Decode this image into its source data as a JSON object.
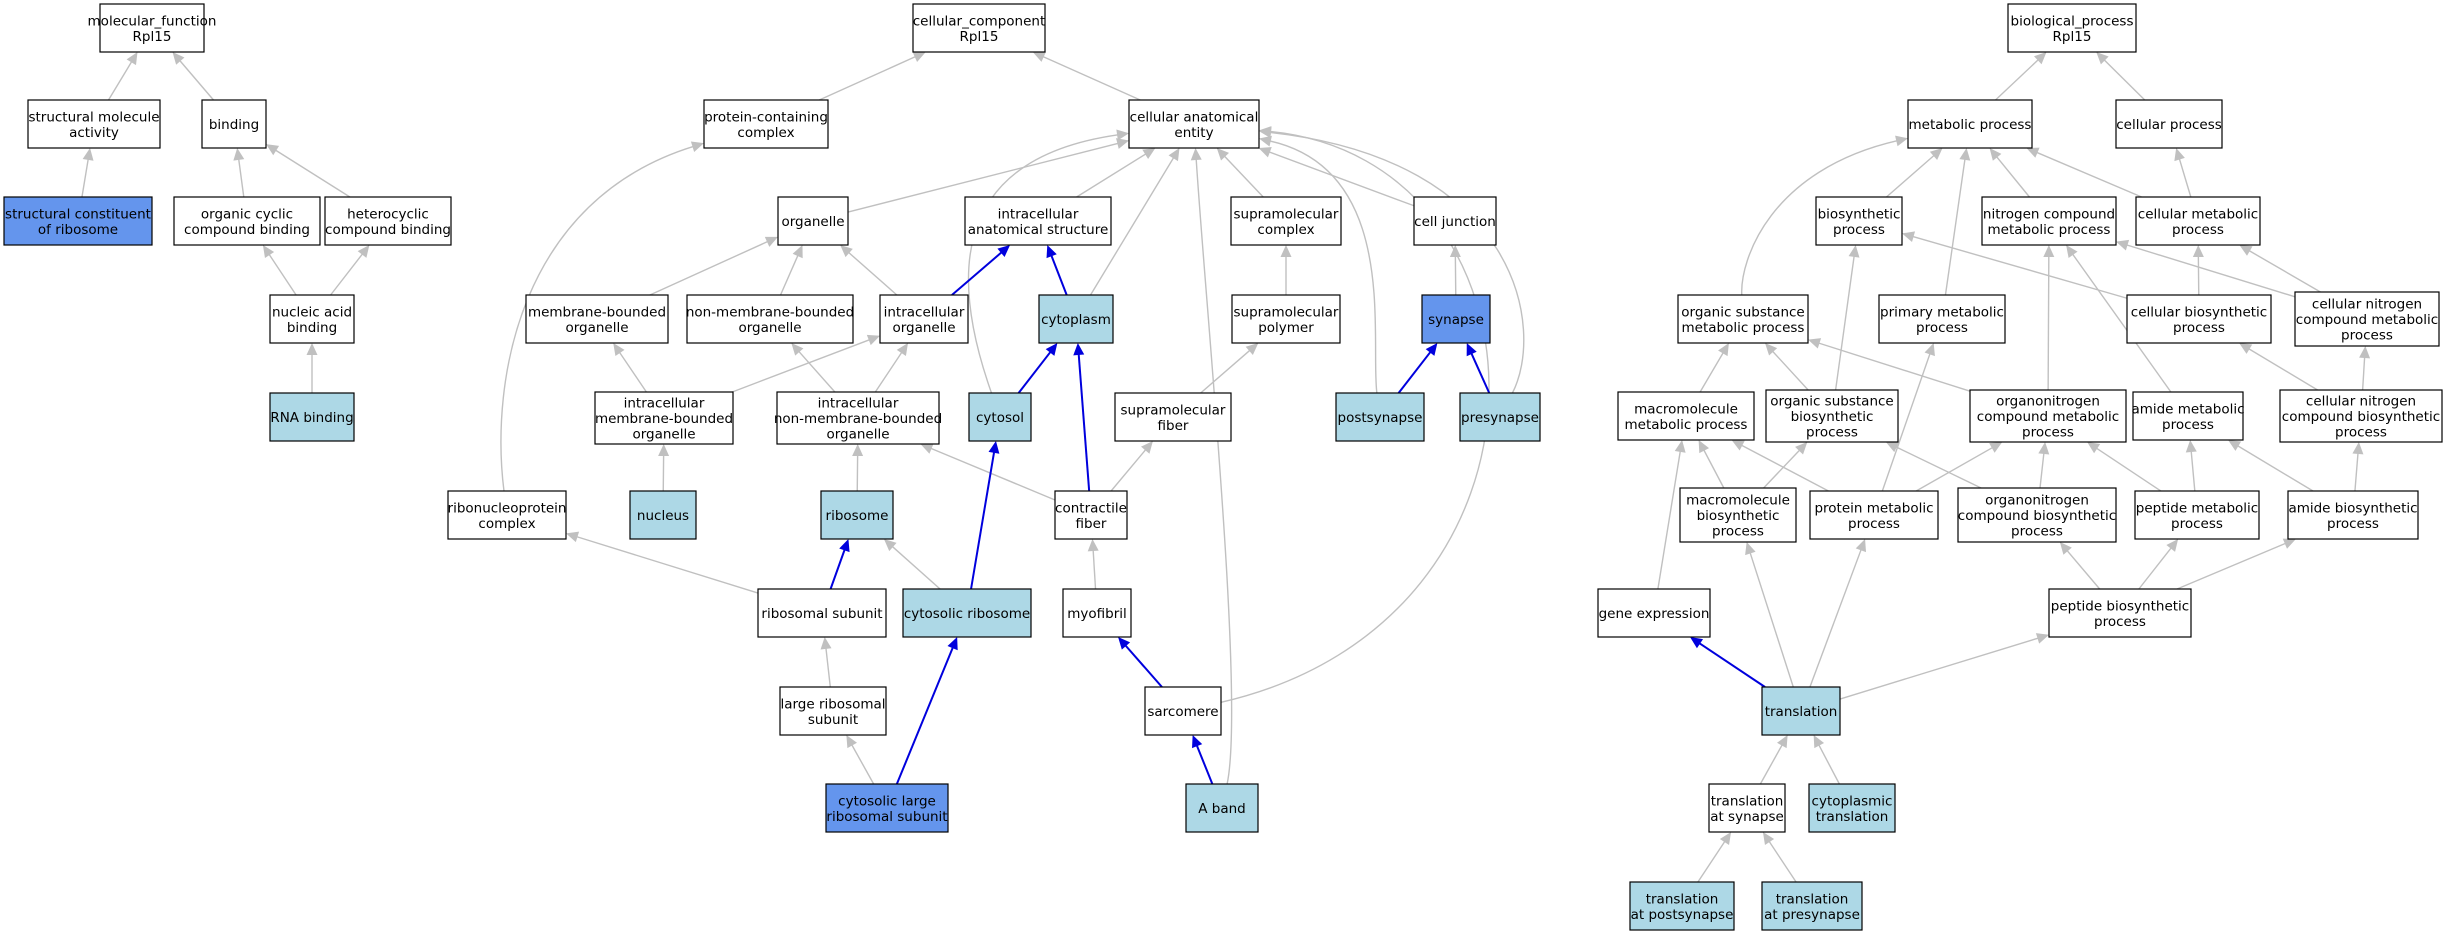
{
  "colors": {
    "white": "#ffffff",
    "light": "#add8e6",
    "dark": "#6495ed",
    "edge_gray": "#c0c0c0",
    "edge_blue": "#0000dd"
  },
  "nodes": {
    "mf_root": {
      "lines": [
        "molecular_function",
        "Rpl15"
      ],
      "fill": "white"
    },
    "struct_mol_act": {
      "lines": [
        "structural molecule",
        "activity"
      ],
      "fill": "white"
    },
    "binding": {
      "lines": [
        "binding"
      ],
      "fill": "white"
    },
    "struct_const_ribo": {
      "lines": [
        "structural constituent",
        "of ribosome"
      ],
      "fill": "dark"
    },
    "org_cyclic": {
      "lines": [
        "organic cyclic",
        "compound binding"
      ],
      "fill": "white"
    },
    "heterocyclic": {
      "lines": [
        "heterocyclic",
        "compound binding"
      ],
      "fill": "white"
    },
    "nucleic_acid": {
      "lines": [
        "nucleic acid",
        "binding"
      ],
      "fill": "white"
    },
    "rna_binding": {
      "lines": [
        "RNA binding"
      ],
      "fill": "light"
    },
    "cc_root": {
      "lines": [
        "cellular_component",
        "Rpl15"
      ],
      "fill": "white"
    },
    "protein_complex": {
      "lines": [
        "protein-containing",
        "complex"
      ],
      "fill": "white"
    },
    "cell_anat": {
      "lines": [
        "cellular anatomical",
        "entity"
      ],
      "fill": "white"
    },
    "organelle": {
      "lines": [
        "organelle"
      ],
      "fill": "white"
    },
    "intra_anat": {
      "lines": [
        "intracellular",
        "anatomical structure"
      ],
      "fill": "white"
    },
    "supramol_complex": {
      "lines": [
        "supramolecular",
        "complex"
      ],
      "fill": "white"
    },
    "cell_junction": {
      "lines": [
        "cell junction"
      ],
      "fill": "white"
    },
    "membrane_org": {
      "lines": [
        "membrane-bounded",
        "organelle"
      ],
      "fill": "white"
    },
    "nonmembrane_org": {
      "lines": [
        "non-membrane-bounded",
        "organelle"
      ],
      "fill": "white"
    },
    "intra_org": {
      "lines": [
        "intracellular",
        "organelle"
      ],
      "fill": "white"
    },
    "cytoplasm": {
      "lines": [
        "cytoplasm"
      ],
      "fill": "light"
    },
    "supramol_polymer": {
      "lines": [
        "supramolecular",
        "polymer"
      ],
      "fill": "white"
    },
    "synapse": {
      "lines": [
        "synapse"
      ],
      "fill": "dark"
    },
    "intra_mem_org": {
      "lines": [
        "intracellular",
        "membrane-bounded",
        "organelle"
      ],
      "fill": "white"
    },
    "intra_nonmem_org": {
      "lines": [
        "intracellular",
        "non-membrane-bounded",
        "organelle"
      ],
      "fill": "white"
    },
    "cytosol": {
      "lines": [
        "cytosol"
      ],
      "fill": "light"
    },
    "supramol_fiber": {
      "lines": [
        "supramolecular",
        "fiber"
      ],
      "fill": "white"
    },
    "postsynapse": {
      "lines": [
        "postsynapse"
      ],
      "fill": "light"
    },
    "presynapse": {
      "lines": [
        "presynapse"
      ],
      "fill": "light"
    },
    "ribonucleoprotein": {
      "lines": [
        "ribonucleoprotein",
        "complex"
      ],
      "fill": "white"
    },
    "nucleus": {
      "lines": [
        "nucleus"
      ],
      "fill": "light"
    },
    "ribosome": {
      "lines": [
        "ribosome"
      ],
      "fill": "light"
    },
    "contractile_fiber": {
      "lines": [
        "contractile",
        "fiber"
      ],
      "fill": "white"
    },
    "ribosomal_subunit": {
      "lines": [
        "ribosomal subunit"
      ],
      "fill": "white"
    },
    "cytosolic_ribosome": {
      "lines": [
        "cytosolic ribosome"
      ],
      "fill": "light"
    },
    "myofibril": {
      "lines": [
        "myofibril"
      ],
      "fill": "white"
    },
    "large_ribosomal": {
      "lines": [
        "large ribosomal",
        "subunit"
      ],
      "fill": "white"
    },
    "sarcomere": {
      "lines": [
        "sarcomere"
      ],
      "fill": "white"
    },
    "cyto_large_ribo": {
      "lines": [
        "cytosolic large",
        "ribosomal subunit"
      ],
      "fill": "dark"
    },
    "a_band": {
      "lines": [
        "A band"
      ],
      "fill": "light"
    },
    "bp_root": {
      "lines": [
        "biological_process",
        "Rpl15"
      ],
      "fill": "white"
    },
    "metabolic": {
      "lines": [
        "metabolic process"
      ],
      "fill": "white"
    },
    "cellular_process": {
      "lines": [
        "cellular process"
      ],
      "fill": "white"
    },
    "biosynthetic": {
      "lines": [
        "biosynthetic",
        "process"
      ],
      "fill": "white"
    },
    "nitrogen_compound": {
      "lines": [
        "nitrogen compound",
        "metabolic process"
      ],
      "fill": "white"
    },
    "cellular_metabolic": {
      "lines": [
        "cellular metabolic",
        "process"
      ],
      "fill": "white"
    },
    "org_substance_met": {
      "lines": [
        "organic substance",
        "metabolic process"
      ],
      "fill": "white"
    },
    "primary_metabolic": {
      "lines": [
        "primary metabolic",
        "process"
      ],
      "fill": "white"
    },
    "cellular_biosynth": {
      "lines": [
        "cellular biosynthetic",
        "process"
      ],
      "fill": "white"
    },
    "cell_nitrogen_met": {
      "lines": [
        "cellular nitrogen",
        "compound metabolic",
        "process"
      ],
      "fill": "white"
    },
    "macromolecule_met": {
      "lines": [
        "macromolecule",
        "metabolic process"
      ],
      "fill": "white"
    },
    "org_substance_bio": {
      "lines": [
        "organic substance",
        "biosynthetic",
        "process"
      ],
      "fill": "white"
    },
    "organonitrogen_met": {
      "lines": [
        "organonitrogen",
        "compound metabolic",
        "process"
      ],
      "fill": "white"
    },
    "amide_metabolic": {
      "lines": [
        "amide metabolic",
        "process"
      ],
      "fill": "white"
    },
    "cell_nitrogen_bio": {
      "lines": [
        "cellular nitrogen",
        "compound biosynthetic",
        "process"
      ],
      "fill": "white"
    },
    "macromolecule_bio": {
      "lines": [
        "macromolecule",
        "biosynthetic",
        "process"
      ],
      "fill": "white"
    },
    "protein_metabolic": {
      "lines": [
        "protein metabolic",
        "process"
      ],
      "fill": "white"
    },
    "organonitrogen_bio": {
      "lines": [
        "organonitrogen",
        "compound biosynthetic",
        "process"
      ],
      "fill": "white"
    },
    "peptide_metabolic": {
      "lines": [
        "peptide metabolic",
        "process"
      ],
      "fill": "white"
    },
    "amide_biosynth": {
      "lines": [
        "amide biosynthetic",
        "process"
      ],
      "fill": "white"
    },
    "gene_expression": {
      "lines": [
        "gene expression"
      ],
      "fill": "white"
    },
    "peptide_biosynth": {
      "lines": [
        "peptide biosynthetic",
        "process"
      ],
      "fill": "white"
    },
    "translation": {
      "lines": [
        "translation"
      ],
      "fill": "light"
    },
    "trans_at_synapse": {
      "lines": [
        "translation",
        "at synapse"
      ],
      "fill": "white"
    },
    "cyto_translation": {
      "lines": [
        "cytoplasmic",
        "translation"
      ],
      "fill": "light"
    },
    "trans_postsynapse": {
      "lines": [
        "translation",
        "at postsynapse"
      ],
      "fill": "light"
    },
    "trans_presynapse": {
      "lines": [
        "translation",
        "at presynapse"
      ],
      "fill": "light"
    }
  },
  "edges": [
    {
      "from": "struct_mol_act",
      "to": "mf_root",
      "style": "gray"
    },
    {
      "from": "binding",
      "to": "mf_root",
      "style": "gray"
    },
    {
      "from": "struct_const_ribo",
      "to": "struct_mol_act",
      "style": "gray"
    },
    {
      "from": "org_cyclic",
      "to": "binding",
      "style": "gray"
    },
    {
      "from": "heterocyclic",
      "to": "binding",
      "style": "gray"
    },
    {
      "from": "nucleic_acid",
      "to": "org_cyclic",
      "style": "gray"
    },
    {
      "from": "nucleic_acid",
      "to": "heterocyclic",
      "style": "gray"
    },
    {
      "from": "rna_binding",
      "to": "nucleic_acid",
      "style": "gray"
    },
    {
      "from": "protein_complex",
      "to": "cc_root",
      "style": "gray"
    },
    {
      "from": "cell_anat",
      "to": "cc_root",
      "style": "gray"
    },
    {
      "from": "organelle",
      "to": "cell_anat",
      "style": "gray"
    },
    {
      "from": "intra_anat",
      "to": "cell_anat",
      "style": "gray"
    },
    {
      "from": "supramol_complex",
      "to": "cell_anat",
      "style": "gray"
    },
    {
      "from": "cell_junction",
      "to": "cell_anat",
      "style": "gray"
    },
    {
      "from": "cytoplasm",
      "to": "cell_anat",
      "style": "gray"
    },
    {
      "from": "cytosol",
      "to": "cell_anat",
      "style": "gray",
      "curve": [
        [
          955,
          290
        ],
        [
          940,
          160
        ]
      ]
    },
    {
      "from": "a_band",
      "to": "cell_anat",
      "style": "gray",
      "curve": [
        [
          1245,
          700
        ],
        [
          1205,
          300
        ]
      ]
    },
    {
      "from": "sarcomere",
      "to": "cell_anat",
      "style": "gray",
      "curve": [
        [
          1580,
          620
        ],
        [
          1560,
          160
        ]
      ]
    },
    {
      "from": "postsynapse",
      "to": "cell_anat",
      "style": "gray",
      "curve": [
        [
          1370,
          340
        ],
        [
          1400,
          170
        ]
      ]
    },
    {
      "from": "presynapse",
      "to": "cell_anat",
      "style": "gray",
      "curve": [
        [
          1545,
          330
        ],
        [
          1520,
          160
        ]
      ]
    },
    {
      "from": "membrane_org",
      "to": "organelle",
      "style": "gray"
    },
    {
      "from": "nonmembrane_org",
      "to": "organelle",
      "style": "gray"
    },
    {
      "from": "intra_org",
      "to": "organelle",
      "style": "gray"
    },
    {
      "from": "intra_org",
      "to": "intra_anat",
      "style": "blue"
    },
    {
      "from": "cytoplasm",
      "to": "intra_anat",
      "style": "blue"
    },
    {
      "from": "supramol_polymer",
      "to": "supramol_complex",
      "style": "gray"
    },
    {
      "from": "synapse",
      "to": "cell_junction",
      "style": "gray"
    },
    {
      "from": "intra_mem_org",
      "to": "membrane_org",
      "style": "gray"
    },
    {
      "from": "intra_mem_org",
      "to": "intra_org",
      "style": "gray"
    },
    {
      "from": "intra_nonmem_org",
      "to": "nonmembrane_org",
      "style": "gray"
    },
    {
      "from": "intra_nonmem_org",
      "to": "intra_org",
      "style": "gray"
    },
    {
      "from": "cytosol",
      "to": "cytoplasm",
      "style": "blue"
    },
    {
      "from": "contractile_fiber",
      "to": "cytoplasm",
      "style": "blue"
    },
    {
      "from": "supramol_fiber",
      "to": "supramol_polymer",
      "style": "gray"
    },
    {
      "from": "postsynapse",
      "to": "synapse",
      "style": "blue"
    },
    {
      "from": "presynapse",
      "to": "synapse",
      "style": "blue"
    },
    {
      "from": "ribonucleoprotein",
      "to": "protein_complex",
      "style": "gray",
      "curve": [
        [
          490,
          380
        ],
        [
          520,
          200
        ]
      ]
    },
    {
      "from": "nucleus",
      "to": "intra_mem_org",
      "style": "gray"
    },
    {
      "from": "ribosome",
      "to": "intra_nonmem_org",
      "style": "gray"
    },
    {
      "from": "contractile_fiber",
      "to": "intra_nonmem_org",
      "style": "gray"
    },
    {
      "from": "contractile_fiber",
      "to": "supramol_fiber",
      "style": "gray"
    },
    {
      "from": "ribosomal_subunit",
      "to": "ribonucleoprotein",
      "style": "gray"
    },
    {
      "from": "ribosomal_subunit",
      "to": "ribosome",
      "style": "blue"
    },
    {
      "from": "cytosolic_ribosome",
      "to": "ribosome",
      "style": "gray"
    },
    {
      "from": "cytosolic_ribosome",
      "to": "cytosol",
      "style": "blue"
    },
    {
      "from": "myofibril",
      "to": "contractile_fiber",
      "style": "gray"
    },
    {
      "from": "large_ribosomal",
      "to": "ribosomal_subunit",
      "style": "gray"
    },
    {
      "from": "sarcomere",
      "to": "myofibril",
      "style": "blue"
    },
    {
      "from": "cyto_large_ribo",
      "to": "large_ribosomal",
      "style": "gray"
    },
    {
      "from": "cyto_large_ribo",
      "to": "cytosolic_ribosome",
      "style": "blue"
    },
    {
      "from": "a_band",
      "to": "sarcomere",
      "style": "blue"
    },
    {
      "from": "metabolic",
      "to": "bp_root",
      "style": "gray"
    },
    {
      "from": "cellular_process",
      "to": "bp_root",
      "style": "gray"
    },
    {
      "from": "biosynthetic",
      "to": "metabolic",
      "style": "gray"
    },
    {
      "from": "nitrogen_compound",
      "to": "metabolic",
      "style": "gray"
    },
    {
      "from": "cellular_metabolic",
      "to": "metabolic",
      "style": "gray"
    },
    {
      "from": "cellular_metabolic",
      "to": "cellular_process",
      "style": "gray"
    },
    {
      "from": "org_substance_met",
      "to": "metabolic",
      "style": "gray",
      "curve": [
        [
          1740,
          260
        ],
        [
          1770,
          170
        ]
      ]
    },
    {
      "from": "primary_metabolic",
      "to": "metabolic",
      "style": "gray"
    },
    {
      "from": "cellular_biosynth",
      "to": "biosynthetic",
      "style": "gray"
    },
    {
      "from": "cellular_biosynth",
      "to": "cellular_metabolic",
      "style": "gray"
    },
    {
      "from": "cell_nitrogen_met",
      "to": "nitrogen_compound",
      "style": "gray"
    },
    {
      "from": "cell_nitrogen_met",
      "to": "cellular_metabolic",
      "style": "gray"
    },
    {
      "from": "macromolecule_met",
      "to": "org_substance_met",
      "style": "gray"
    },
    {
      "from": "org_substance_bio",
      "to": "org_substance_met",
      "style": "gray"
    },
    {
      "from": "org_substance_bio",
      "to": "biosynthetic",
      "style": "gray"
    },
    {
      "from": "organonitrogen_met",
      "to": "org_substance_met",
      "style": "gray"
    },
    {
      "from": "organonitrogen_met",
      "to": "nitrogen_compound",
      "style": "gray"
    },
    {
      "from": "amide_metabolic",
      "to": "nitrogen_compound",
      "style": "gray"
    },
    {
      "from": "cell_nitrogen_bio",
      "to": "cellular_biosynth",
      "style": "gray"
    },
    {
      "from": "cell_nitrogen_bio",
      "to": "cell_nitrogen_met",
      "style": "gray"
    },
    {
      "from": "macromolecule_bio",
      "to": "macromolecule_met",
      "style": "gray"
    },
    {
      "from": "macromolecule_bio",
      "to": "org_substance_bio",
      "style": "gray"
    },
    {
      "from": "protein_metabolic",
      "to": "macromolecule_met",
      "style": "gray"
    },
    {
      "from": "protein_metabolic",
      "to": "primary_metabolic",
      "style": "gray"
    },
    {
      "from": "protein_metabolic",
      "to": "organonitrogen_met",
      "style": "gray"
    },
    {
      "from": "organonitrogen_bio",
      "to": "org_substance_bio",
      "style": "gray"
    },
    {
      "from": "organonitrogen_bio",
      "to": "organonitrogen_met",
      "style": "gray"
    },
    {
      "from": "peptide_metabolic",
      "to": "organonitrogen_met",
      "style": "gray"
    },
    {
      "from": "peptide_metabolic",
      "to": "amide_metabolic",
      "style": "gray"
    },
    {
      "from": "amide_biosynth",
      "to": "amide_metabolic",
      "style": "gray"
    },
    {
      "from": "amide_biosynth",
      "to": "cell_nitrogen_bio",
      "style": "gray"
    },
    {
      "from": "gene_expression",
      "to": "macromolecule_met",
      "style": "gray"
    },
    {
      "from": "peptide_biosynth",
      "to": "organonitrogen_bio",
      "style": "gray"
    },
    {
      "from": "peptide_biosynth",
      "to": "peptide_metabolic",
      "style": "gray"
    },
    {
      "from": "peptide_biosynth",
      "to": "amide_biosynth",
      "style": "gray"
    },
    {
      "from": "translation",
      "to": "gene_expression",
      "style": "blue"
    },
    {
      "from": "translation",
      "to": "macromolecule_bio",
      "style": "gray"
    },
    {
      "from": "translation",
      "to": "protein_metabolic",
      "style": "gray"
    },
    {
      "from": "translation",
      "to": "peptide_biosynth",
      "style": "gray"
    },
    {
      "from": "trans_at_synapse",
      "to": "translation",
      "style": "gray"
    },
    {
      "from": "cyto_translation",
      "to": "translation",
      "style": "gray"
    },
    {
      "from": "trans_postsynapse",
      "to": "trans_at_synapse",
      "style": "gray"
    },
    {
      "from": "trans_presynapse",
      "to": "trans_at_synapse",
      "style": "gray"
    }
  ]
}
